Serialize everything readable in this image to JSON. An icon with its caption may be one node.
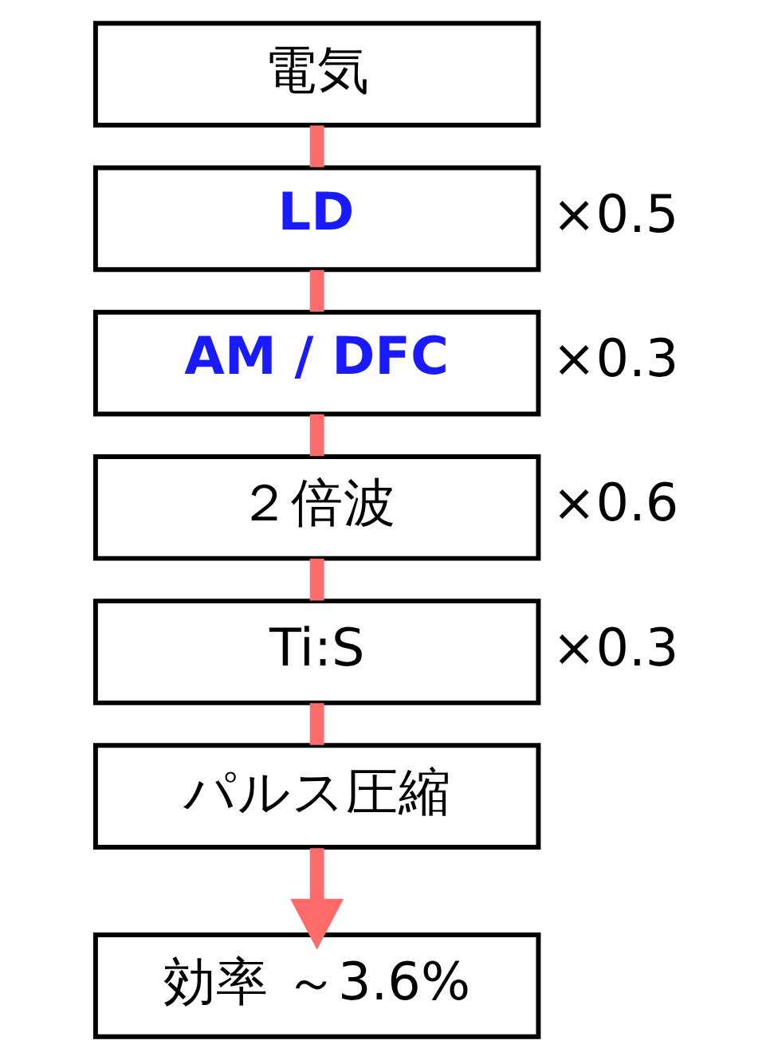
{
  "diagram": {
    "nodes": [
      {
        "text": [
          "電気"
        ]
      },
      {
        "text": [
          "LD"
        ],
        "beside": [
          "×0.5"
        ]
      },
      {
        "text": [
          "AM / DFC"
        ],
        "beside": [
          "×0.3"
        ]
      },
      {
        "text": [
          "２倍波"
        ],
        "beside": [
          "×0.6"
        ]
      },
      {
        "text": [
          "Ti:S"
        ]
      },
      {
        "text": [
          "パルス圧縮"
        ]
      },
      {
        "text": [
          "効率 ～3.6%"
        ]
      }
    ],
    "edges": [
      {
        "from": 0,
        "to": 1,
        "arrow": "none"
      },
      {
        "from": 1,
        "to": 2,
        "arrow": "none"
      },
      {
        "from": 2,
        "to": 3,
        "arrow": "none"
      },
      {
        "from": 3,
        "to": 4,
        "arrow": "none"
      },
      {
        "from": 4,
        "to": 5,
        "arrow": "none"
      },
      {
        "from": 5,
        "to": 6,
        "arrow": "to"
      }
    ],
    "labels": [
      "×0.3"
    ]
  }
}
